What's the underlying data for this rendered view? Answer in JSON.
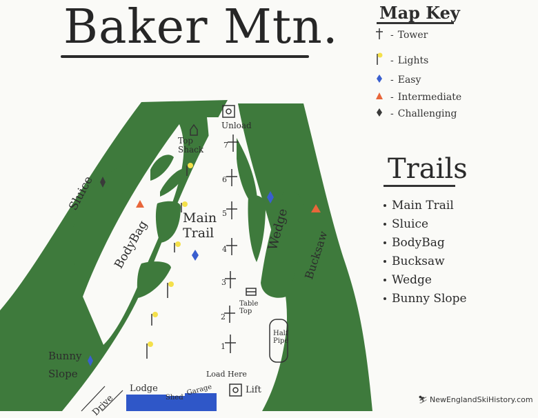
{
  "title": "Baker Mtn.",
  "legend": {
    "title": "Map Key",
    "items": [
      {
        "symbol": "tower-icon",
        "label": "Tower"
      },
      {
        "symbol": "lights-icon",
        "label": "Lights"
      },
      {
        "symbol": "easy-diamond-icon",
        "label": "Easy",
        "color": "#3a5fcf"
      },
      {
        "symbol": "intermediate-triangle-icon",
        "label": "Intermediate",
        "color": "#e8663a"
      },
      {
        "symbol": "challenging-diamond-icon",
        "label": "Challenging",
        "color": "#3a3a3a"
      }
    ]
  },
  "trails": {
    "title": "Trails",
    "items": [
      "Main Trail",
      "Sluice",
      "BodyBag",
      "Bucksaw",
      "Wedge",
      "Bunny Slope"
    ]
  },
  "map_labels": {
    "unload": "Unload",
    "top_shack": "Top Shack",
    "main_trail": "Main Trail",
    "sluice": "Sluice",
    "bodybag": "BodyBag",
    "wedge": "Wedge",
    "bucksaw": "Bucksaw",
    "table_top": "Table Top",
    "half_pipe": "Half Pipe",
    "bunny_slope": "Bunny Slope",
    "load_here": "Load Here",
    "lift": "Lift",
    "lodge": "Lodge",
    "shed": "Shed",
    "garage": "Garage",
    "drive": "Drive",
    "towers": [
      "1",
      "2",
      "3",
      "4",
      "5",
      "6",
      "7"
    ]
  },
  "credit": "NewEnglandSkiHistory.com",
  "colors": {
    "trees": "#3e7a3c",
    "building": "#2f57c8",
    "light": "#f4e04a",
    "easy": "#3a5fcf",
    "intermediate": "#e8663a",
    "challenging": "#3a3a3a"
  }
}
